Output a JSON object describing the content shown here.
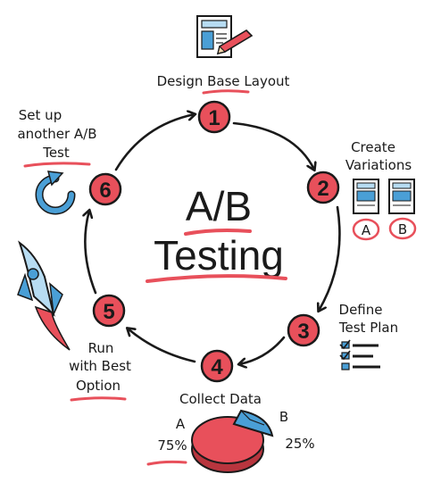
{
  "title": {
    "line1": "A/B",
    "line2": "Testing"
  },
  "steps": [
    {
      "number": "1",
      "label_lines": [
        "Design Base Layout"
      ]
    },
    {
      "number": "2",
      "label_lines": [
        "Create",
        "Variations"
      ]
    },
    {
      "number": "3",
      "label_lines": [
        "Define",
        "Test Plan"
      ]
    },
    {
      "number": "4",
      "label_lines": [
        "Collect Data"
      ]
    },
    {
      "number": "5",
      "label_lines": [
        "Run",
        "with Best",
        "Option"
      ]
    },
    {
      "number": "6",
      "label_lines": [
        "Set up",
        "another A/B",
        "Test"
      ]
    }
  ],
  "variations": {
    "a": "A",
    "b": "B"
  },
  "pie": {
    "a_label": "A",
    "a_value": "75%",
    "a_fraction": 0.75,
    "b_label": "B",
    "b_value": "25%",
    "b_fraction": 0.25
  },
  "colors": {
    "accent_red": "#e8505b",
    "accent_blue": "#4a9fd6",
    "light_blue": "#b7dcf2",
    "ink": "#1a1a1a"
  },
  "icons": [
    "layout-pencil-icon",
    "variation-screens-icon",
    "checklist-icon",
    "pie-chart-icon",
    "rocket-icon",
    "cycle-arrow-icon"
  ]
}
